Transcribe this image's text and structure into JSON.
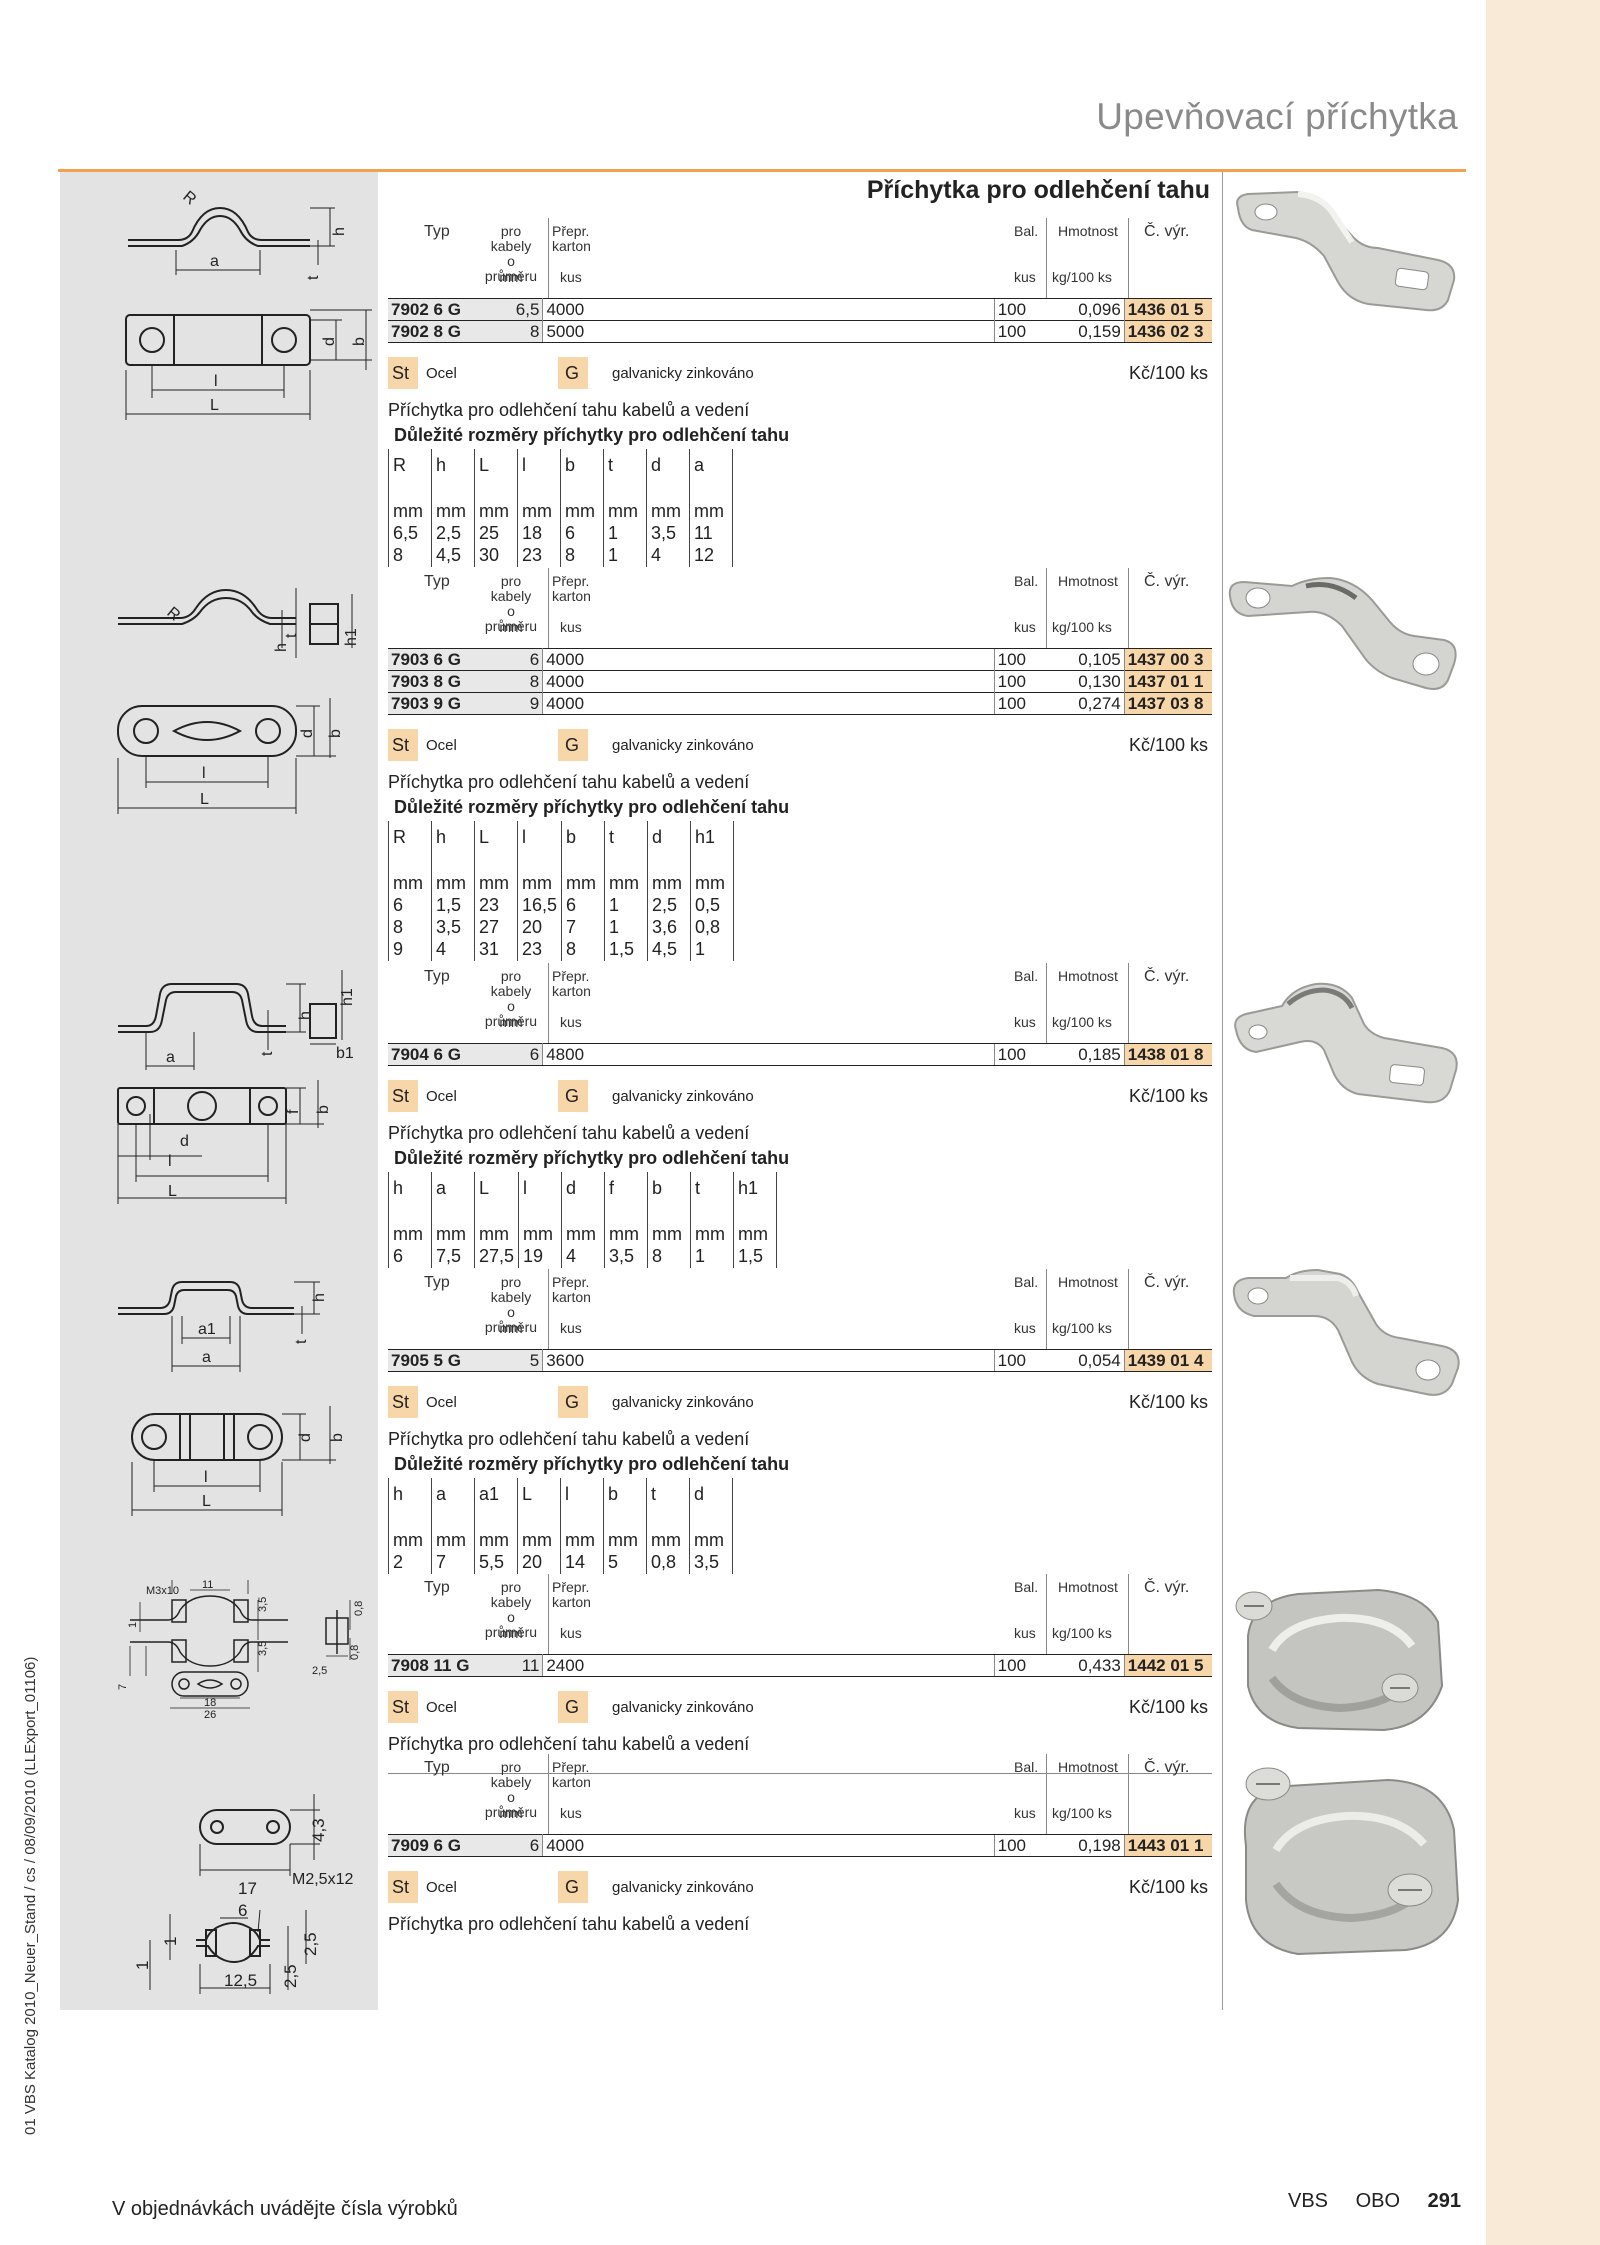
{
  "page": {
    "title": "Upevňovací příchytka",
    "section_title": "Příchytka pro odlehčení tahu",
    "side_text": "01 VBS Katalog 2010_Neuer_Stand / cs / 08/09/2010 (LLExport_01106)",
    "footer_note": "V objednávkách uvádějte čísla výrobků",
    "footer_brand1": "VBS",
    "footer_brand2": "OBO",
    "page_number": "291"
  },
  "header_labels": {
    "typ": "Typ",
    "pro1": "pro",
    "pro2": "kabely",
    "pro3": "o průměru",
    "prepr1": "Přepr.",
    "prepr2": "karton",
    "mm": "mm",
    "kus": "kus",
    "bal": "Bal.",
    "bal_unit": "kus",
    "hmotnost": "Hmotnost",
    "hmotnost_unit": "kg/100 ks",
    "cvyr": "Č. výr."
  },
  "material": {
    "st_code": "St",
    "st_label": "Ocel",
    "g_code": "G",
    "g_label": "galvanicky zinkováno",
    "price_unit": "Kč/100 ks"
  },
  "description": "Příchytka pro odlehčení tahu kabelů a vedení",
  "dims_title": "Důležité rozměry příchytky pro odlehčení tahu",
  "products": [
    {
      "rows": [
        {
          "typ": "7902 6 G",
          "dia": "6,5",
          "kus": "4000",
          "bal": "100",
          "hm": "0,096",
          "nr": "1436 01 5"
        },
        {
          "typ": "7902 8 G",
          "dia": "8",
          "kus": "5000",
          "bal": "100",
          "hm": "0,159",
          "nr": "1436 02 3"
        }
      ],
      "dims": {
        "head": [
          "R",
          "h",
          "L",
          "l",
          "b",
          "t",
          "d",
          "a"
        ],
        "units": [
          "mm",
          "mm",
          "mm",
          "mm",
          "mm",
          "mm",
          "mm",
          "mm"
        ],
        "values": [
          [
            "6,5",
            "2,5",
            "25",
            "18",
            "6",
            "1",
            "3,5",
            "11"
          ],
          [
            "8",
            "4,5",
            "30",
            "23",
            "8",
            "1",
            "4",
            "12"
          ]
        ]
      }
    },
    {
      "rows": [
        {
          "typ": "7903 6 G",
          "dia": "6",
          "kus": "4000",
          "bal": "100",
          "hm": "0,105",
          "nr": "1437 00 3"
        },
        {
          "typ": "7903 8 G",
          "dia": "8",
          "kus": "4000",
          "bal": "100",
          "hm": "0,130",
          "nr": "1437 01 1"
        },
        {
          "typ": "7903 9 G",
          "dia": "9",
          "kus": "4000",
          "bal": "100",
          "hm": "0,274",
          "nr": "1437 03 8"
        }
      ],
      "dims": {
        "head": [
          "R",
          "h",
          "L",
          "l",
          "b",
          "t",
          "d",
          "h1"
        ],
        "units": [
          "mm",
          "mm",
          "mm",
          "mm",
          "mm",
          "mm",
          "mm",
          "mm"
        ],
        "values": [
          [
            "6",
            "1,5",
            "23",
            "16,5",
            "6",
            "1",
            "2,5",
            "0,5"
          ],
          [
            "8",
            "3,5",
            "27",
            "20",
            "7",
            "1",
            "3,6",
            "0,8"
          ],
          [
            "9",
            "4",
            "31",
            "23",
            "8",
            "1,5",
            "4,5",
            "1"
          ]
        ]
      }
    },
    {
      "rows": [
        {
          "typ": "7904 6 G",
          "dia": "6",
          "kus": "4800",
          "bal": "100",
          "hm": "0,185",
          "nr": "1438 01 8"
        }
      ],
      "dims": {
        "head": [
          "h",
          "a",
          "L",
          "l",
          "d",
          "f",
          "b",
          "t",
          "h1"
        ],
        "units": [
          "mm",
          "mm",
          "mm",
          "mm",
          "mm",
          "mm",
          "mm",
          "mm",
          "mm"
        ],
        "values": [
          [
            "6",
            "7,5",
            "27,5",
            "19",
            "4",
            "3,5",
            "8",
            "1",
            "1,5"
          ]
        ]
      }
    },
    {
      "rows": [
        {
          "typ": "7905 5 G",
          "dia": "5",
          "kus": "3600",
          "bal": "100",
          "hm": "0,054",
          "nr": "1439 01 4"
        }
      ],
      "dims": {
        "head": [
          "h",
          "a",
          "a1",
          "L",
          "l",
          "b",
          "t",
          "d"
        ],
        "units": [
          "mm",
          "mm",
          "mm",
          "mm",
          "mm",
          "mm",
          "mm",
          "mm"
        ],
        "values": [
          [
            "2",
            "7",
            "5,5",
            "20",
            "14",
            "5",
            "0,8",
            "3,5"
          ]
        ]
      }
    },
    {
      "rows": [
        {
          "typ": "7908 11 G",
          "dia": "11",
          "kus": "2400",
          "bal": "100",
          "hm": "0,433",
          "nr": "1442 01 5"
        }
      ]
    },
    {
      "rows": [
        {
          "typ": "7909 6 G",
          "dia": "6",
          "kus": "4000",
          "bal": "100",
          "hm": "0,198",
          "nr": "1443 01 1"
        }
      ]
    }
  ],
  "drawing_labels": {
    "d5_m3": "M3x10",
    "d5_11": "11",
    "d5_35a": "3,5",
    "d5_08a": "0,8",
    "d5_1": "1",
    "d5_35b": "3,5",
    "d5_7": "7",
    "d5_18": "18",
    "d5_26": "26",
    "d5_25": "2,5",
    "d5_08b": "0,8",
    "d6_43": "4,3",
    "d6_17": "17",
    "d6_m25": "M2,5x12",
    "d6_6": "6",
    "d6_1a": "1",
    "d6_1b": "1",
    "d6_25a": "2,5",
    "d6_125": "12,5",
    "d6_25b": "2,5"
  }
}
